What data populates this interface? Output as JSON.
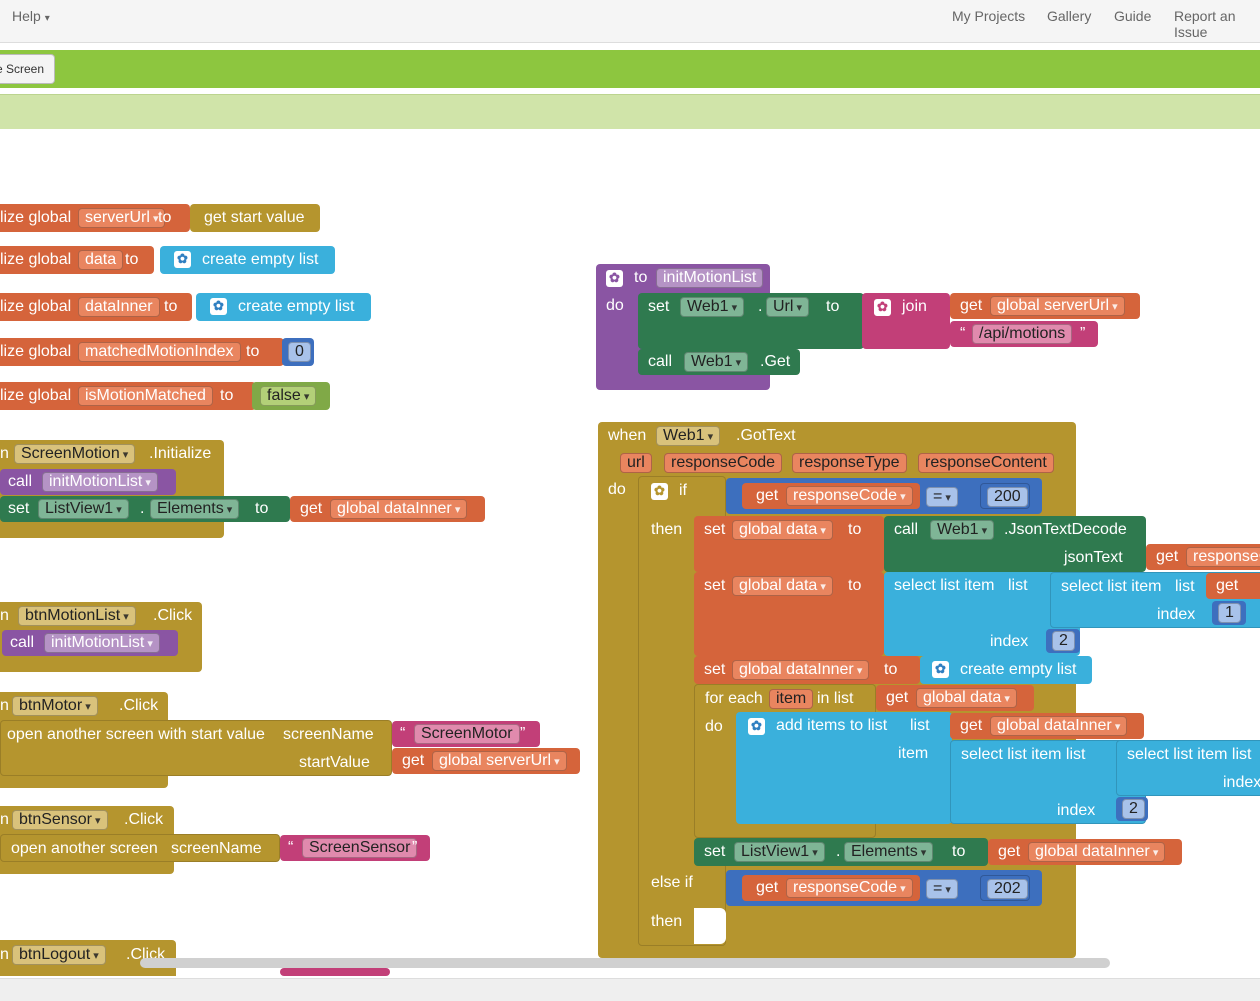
{
  "topbar": {
    "help": "Help",
    "my_projects": "My Projects",
    "gallery": "Gallery",
    "guide": "Guide",
    "report": "Report an Issue"
  },
  "toolbar": {
    "screen_button": "e Screen"
  },
  "blocks": {
    "globals": [
      {
        "prefix": "lize global",
        "name": "serverUrl",
        "to": "to",
        "value": "get start value"
      },
      {
        "prefix": "lize global",
        "name": "data",
        "to": "to",
        "value": "create empty list"
      },
      {
        "prefix": "lize global",
        "name": "dataInner",
        "to": "to",
        "value": "create empty list"
      },
      {
        "prefix": "lize global",
        "name": "matchedMotionIndex",
        "to": "to",
        "value": "0"
      },
      {
        "prefix": "lize global",
        "name": "isMotionMatched",
        "to": "to",
        "value": "false"
      }
    ],
    "screen_init": {
      "when": "n",
      "component": "ScreenMotion",
      "event": ".Initialize",
      "call": "call",
      "proc": "initMotionList",
      "set": "set",
      "list": "ListView1",
      "dot": ".",
      "prop": "Elements",
      "to": "to",
      "get": "get",
      "var": "global dataInner"
    },
    "btn_motion_list": {
      "when": "n",
      "component": "btnMotionList",
      "event": ".Click",
      "call": "call",
      "proc": "initMotionList"
    },
    "btn_motor": {
      "when": "n",
      "component": "btnMotor",
      "event": ".Click",
      "action": "open another screen with start value",
      "screen_name": "screenName",
      "screen_val": "ScreenMotor",
      "start_value": "startValue",
      "get": "get",
      "var": "global serverUrl",
      "q1": "“",
      "q2": "”"
    },
    "btn_sensor": {
      "when": "n",
      "component": "btnSensor",
      "event": ".Click",
      "action": "open another screen",
      "screen_name": "screenName",
      "screen_val": "ScreenSensor",
      "q1": "“",
      "q2": "”"
    },
    "btn_logout": {
      "when": "n",
      "component": "btnLogout",
      "event": ".Click"
    },
    "init_motion_list": {
      "to": "to",
      "name": "initMotionList",
      "do": "do",
      "set": "set",
      "web": "Web1",
      "dot": ".",
      "prop": "Url",
      "prop_to": "to",
      "join": "join",
      "get": "get",
      "var": "global serverUrl",
      "q1": "“",
      "path": "/api/motions",
      "q2": "”",
      "call": "call",
      "call_web": "Web1",
      "call_method": ".Get"
    },
    "got_text": {
      "when": "when",
      "component": "Web1",
      "event": ".GotText",
      "params": [
        "url",
        "responseCode",
        "responseType",
        "responseContent"
      ],
      "do": "do",
      "if": "if",
      "get": "get",
      "resp": "responseCode",
      "eq": "=",
      "v200": "200",
      "then": "then",
      "set": "set",
      "gdata": "global data",
      "to": "to",
      "call": "call",
      "web": "Web1",
      "decode": ".JsonTextDecode",
      "json_text": "jsonText",
      "resp_content": "responseC",
      "select": "select list item",
      "list": "list",
      "index": "index",
      "one": "1",
      "two": "2",
      "gdi": "global dataInner",
      "create": "create empty list",
      "foreach": "for each",
      "item": "item",
      "in_list": "in list",
      "add": "add items to list",
      "item_lbl": "item",
      "list_lbl": "list",
      "sel_list": "select list item  list",
      "index2": "index",
      "lv": "ListView1",
      "dot": ".",
      "elements": "Elements",
      "else_if": "else if",
      "v202": "202"
    }
  },
  "colors": {
    "procedure": "#8a55a3",
    "event": "#b5952e",
    "text": "#c23f78",
    "variable": "#d5643b",
    "component": "#2f7a4f",
    "list": "#3ab0dc",
    "math": "#3d6fbe",
    "logic": "#80a947",
    "brand_green": "#8dc63f"
  }
}
